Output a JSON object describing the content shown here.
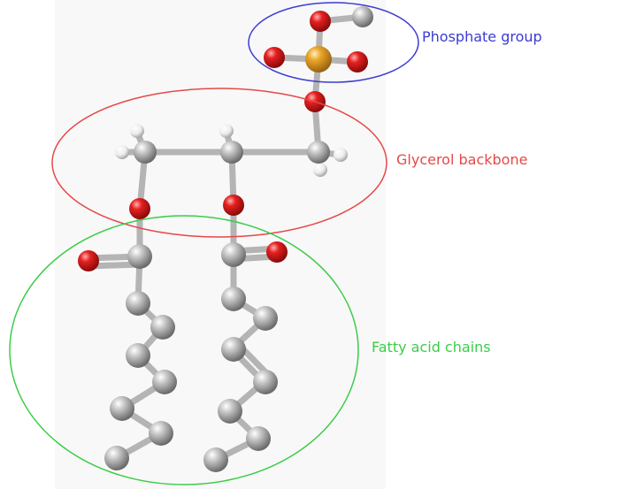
{
  "labels": {
    "phosphate": "Phosphate group",
    "glycerol": "Glycerol backbone",
    "fatty": "Fatty acid chains"
  },
  "colors": {
    "phosphate": "#3b3bd4",
    "glycerol": "#e64848",
    "fatty": "#3ccc4a",
    "carbon": "#a0a0a0",
    "oxygen": "#e02020",
    "phosphorus": "#e8a020",
    "hydrogen": "#f2f2f2"
  }
}
